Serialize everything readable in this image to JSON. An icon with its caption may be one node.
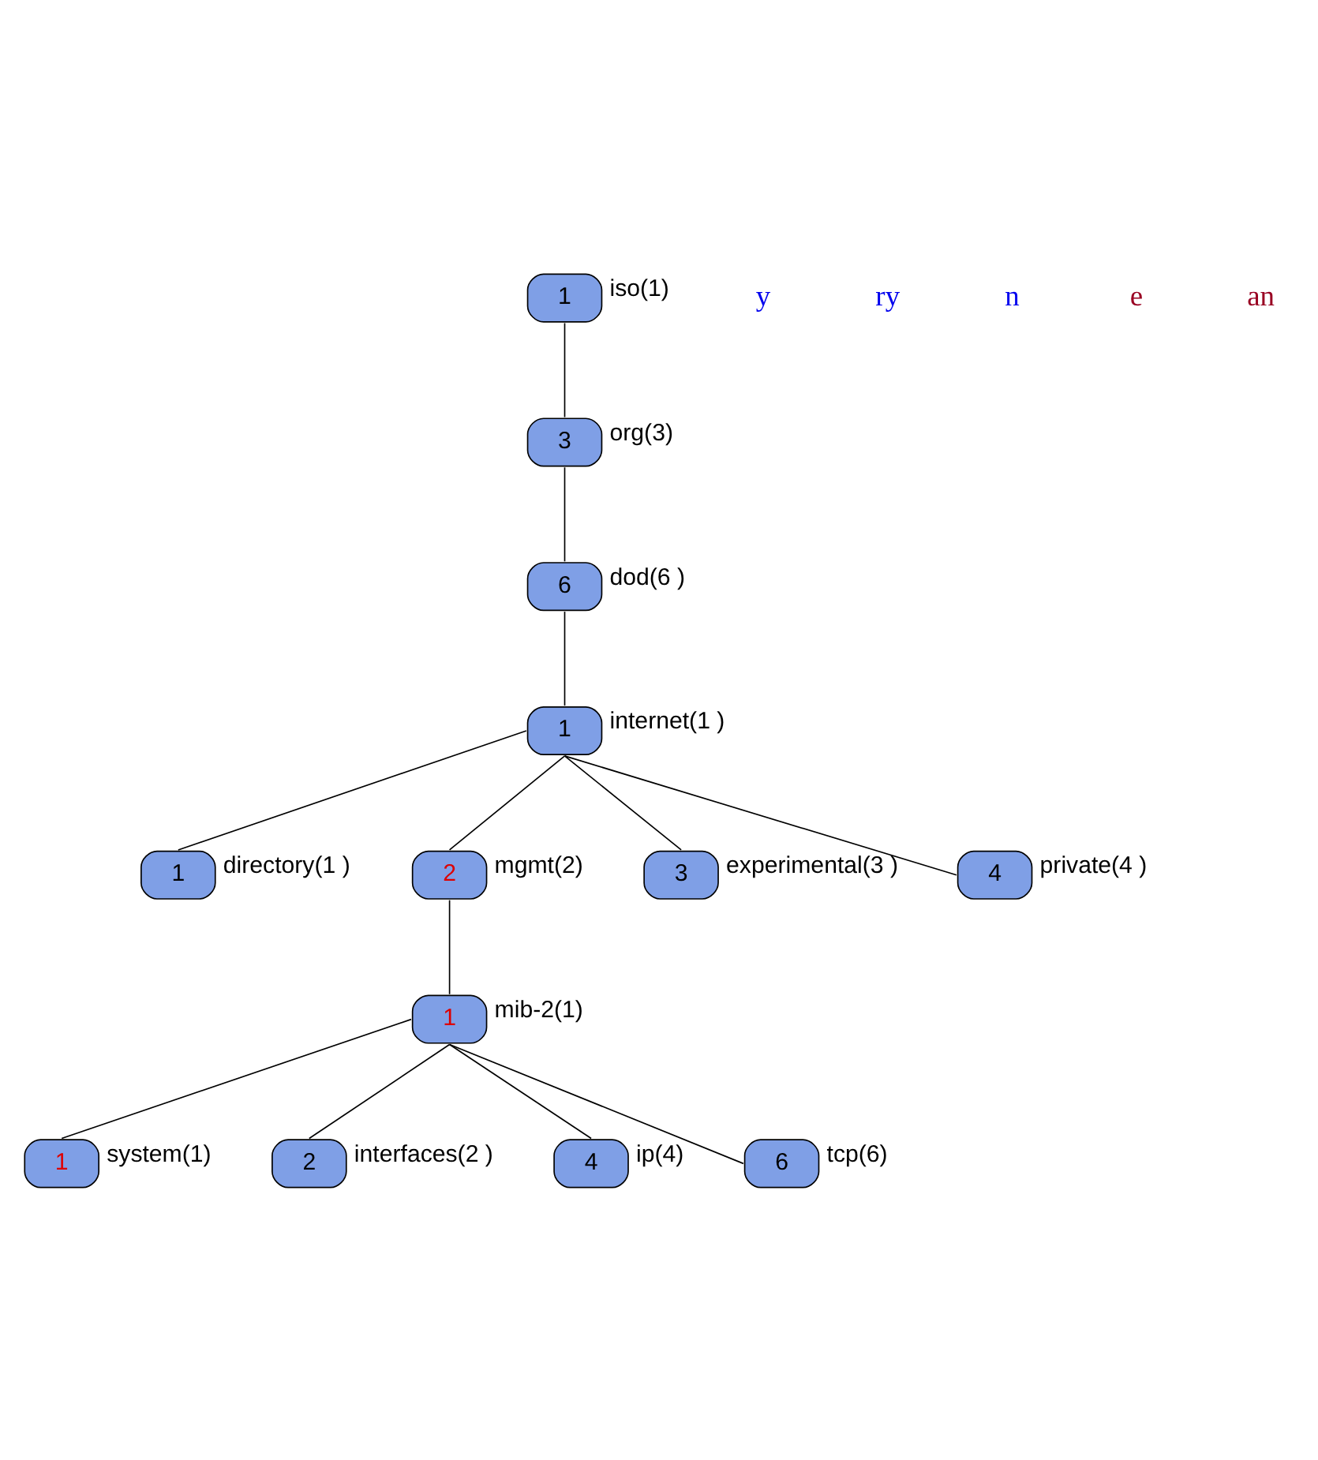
{
  "diagram": {
    "nodes": [
      {
        "text": [
          "1"
        ],
        "beside": [
          "iso(1)"
        ]
      },
      {
        "text": [
          "3"
        ],
        "beside": [
          "org(3)"
        ]
      },
      {
        "text": [
          "6"
        ],
        "beside": [
          "dod(6 )"
        ]
      },
      {
        "text": [
          "1"
        ],
        "beside": [
          "internet(1 )"
        ]
      },
      {
        "text": [
          "1"
        ],
        "beside": [
          "directory(1 )"
        ]
      },
      {
        "text": [
          "2"
        ],
        "beside": [
          "mgmt(2)"
        ]
      },
      {
        "text": [
          "3"
        ],
        "beside": [
          "experimental(3 )"
        ]
      },
      {
        "text": [
          "4"
        ],
        "beside": [
          "private(4 )"
        ]
      },
      {
        "text": [
          "1"
        ],
        "beside": [
          "mib-2(1)"
        ]
      },
      {
        "text": [
          "1"
        ],
        "beside": [
          "system(1)"
        ]
      },
      {
        "text": [
          "2"
        ],
        "beside": [
          "interfaces(2 )"
        ]
      },
      {
        "text": [
          "4"
        ],
        "beside": [
          "ip(4)"
        ]
      },
      {
        "text": [
          "6"
        ],
        "beside": [
          "tcp(6)"
        ]
      }
    ],
    "edges": [
      {
        "from": 0,
        "to": 1,
        "arrow": "none"
      },
      {
        "from": 1,
        "to": 2,
        "arrow": "none"
      },
      {
        "from": 2,
        "to": 3,
        "arrow": "none"
      },
      {
        "from": 3,
        "to": 4,
        "arrow": "none"
      },
      {
        "from": 3,
        "to": 5,
        "arrow": "none"
      },
      {
        "from": 3,
        "to": 6,
        "arrow": "none"
      },
      {
        "from": 3,
        "to": 7,
        "arrow": "none"
      },
      {
        "from": 5,
        "to": 8,
        "arrow": "none"
      },
      {
        "from": 8,
        "to": 9,
        "arrow": "none"
      },
      {
        "from": 8,
        "to": 10,
        "arrow": "none"
      },
      {
        "from": 8,
        "to": 11,
        "arrow": "none"
      },
      {
        "from": 8,
        "to": 12,
        "arrow": "none"
      }
    ],
    "labels": [
      "y",
      "ry",
      "n",
      "e",
      "an"
    ]
  }
}
